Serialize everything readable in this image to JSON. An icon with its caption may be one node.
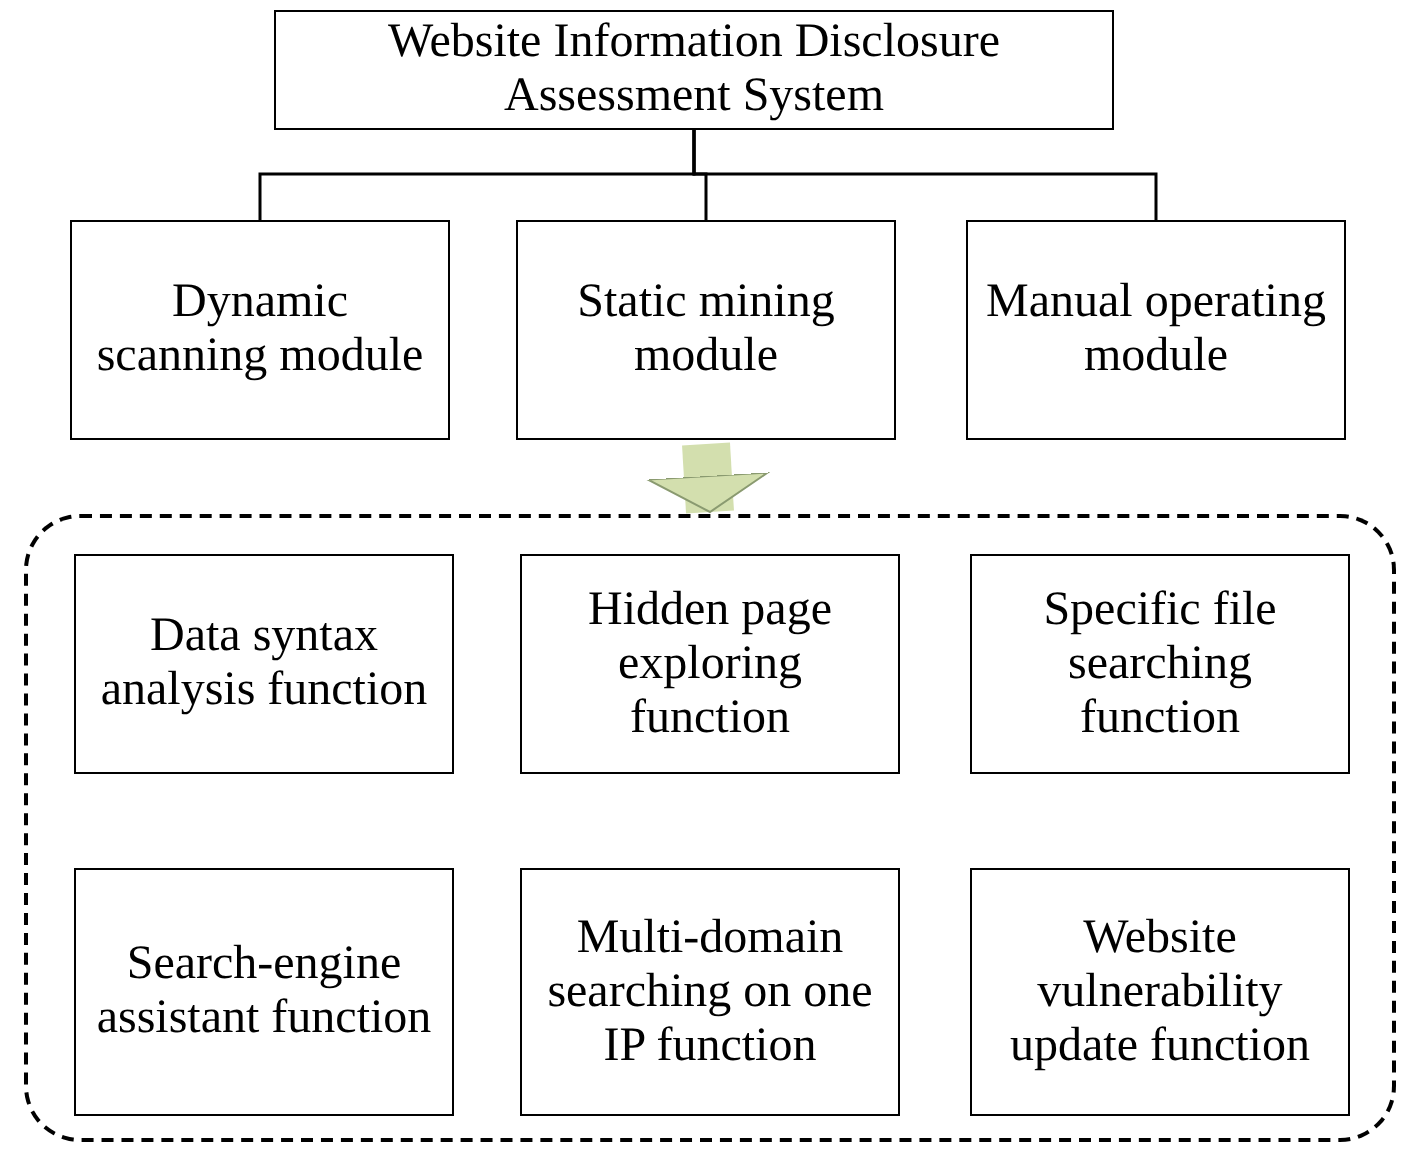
{
  "diagram": {
    "nodes": [
      {
        "text": [
          "Website Information Disclosure Assessment System"
        ]
      },
      {
        "text": [
          "Dynamic scanning module"
        ]
      },
      {
        "text": [
          "Static mining module"
        ]
      },
      {
        "text": [
          "Manual operating module"
        ]
      },
      {
        "text": [],
        "shape": "box"
      },
      {
        "text": [
          "Data syntax analysis function"
        ],
        "in": 4
      },
      {
        "text": [
          "Hidden page exploring function"
        ],
        "in": 4
      },
      {
        "text": [
          "Specific file searching function"
        ],
        "in": 4
      },
      {
        "text": [
          "Search-engine assistant function"
        ],
        "in": 4
      },
      {
        "text": [
          "Multi-domain searching on one IP function"
        ],
        "in": 4
      },
      {
        "text": [
          "Website vulnerability update function"
        ],
        "in": 4
      }
    ],
    "edges": [
      {
        "from": 0,
        "to": 1,
        "arrow": "none"
      },
      {
        "from": 0,
        "to": 2,
        "arrow": "none"
      },
      {
        "from": 0,
        "to": 3,
        "arrow": "none"
      },
      {
        "from": 2,
        "to": 4,
        "arrow": "to",
        "style": "thick",
        "color": "#d3dfae"
      }
    ]
  }
}
